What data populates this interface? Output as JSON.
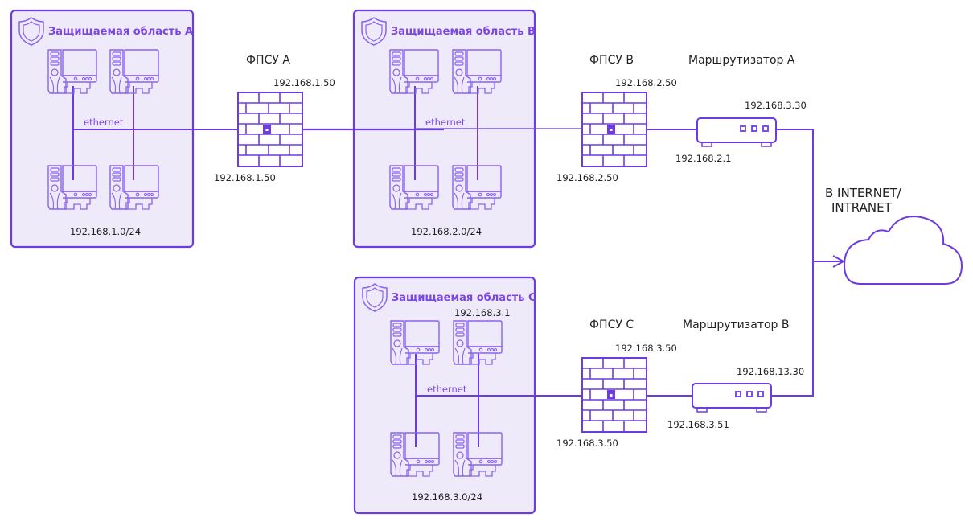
{
  "colors": {
    "accent": "#6c3ce0",
    "accent_light": "#9b7af0",
    "zone_fill": "#eeeafa",
    "text": "#222222"
  },
  "zones": [
    {
      "id": "A",
      "title": "Защищаемая область А",
      "ethernet_label": "ethernet",
      "subnet": "192.168.1.0/24",
      "workstation_count": 4,
      "host_label": ""
    },
    {
      "id": "B",
      "title": "Защищаемая область В",
      "ethernet_label": "ethernet",
      "subnet": "192.168.2.0/24",
      "workstation_count": 4,
      "host_label": ""
    },
    {
      "id": "C",
      "title": "Защищаемая область С",
      "ethernet_label": "ethernet",
      "subnet": "192.168.3.0/24",
      "workstation_count": 4,
      "host_label": "192.168.3.1"
    }
  ],
  "firewalls": [
    {
      "id": "A",
      "name": "ФПСУ А",
      "ip_top": "192.168.1.50",
      "ip_bottom": "192.168.1.50"
    },
    {
      "id": "B",
      "name": "ФПСУ В",
      "ip_top": "192.168.2.50",
      "ip_bottom": "192.168.2.50"
    },
    {
      "id": "C",
      "name": "ФПСУ С",
      "ip_top": "192.168.3.50",
      "ip_bottom": "192.168.3.50"
    }
  ],
  "routers": [
    {
      "id": "A",
      "name": "Маршрутизатор А",
      "ip_wan": "192.168.3.30",
      "ip_lan": "192.168.2.1"
    },
    {
      "id": "B",
      "name": "Маршрутизатор В",
      "ip_wan": "192.168.13.30",
      "ip_lan": "192.168.3.51"
    }
  ],
  "internet": {
    "label_line1": "В INTERNET/",
    "label_line2": "INTRANET",
    "icon": "cloud-icon"
  }
}
